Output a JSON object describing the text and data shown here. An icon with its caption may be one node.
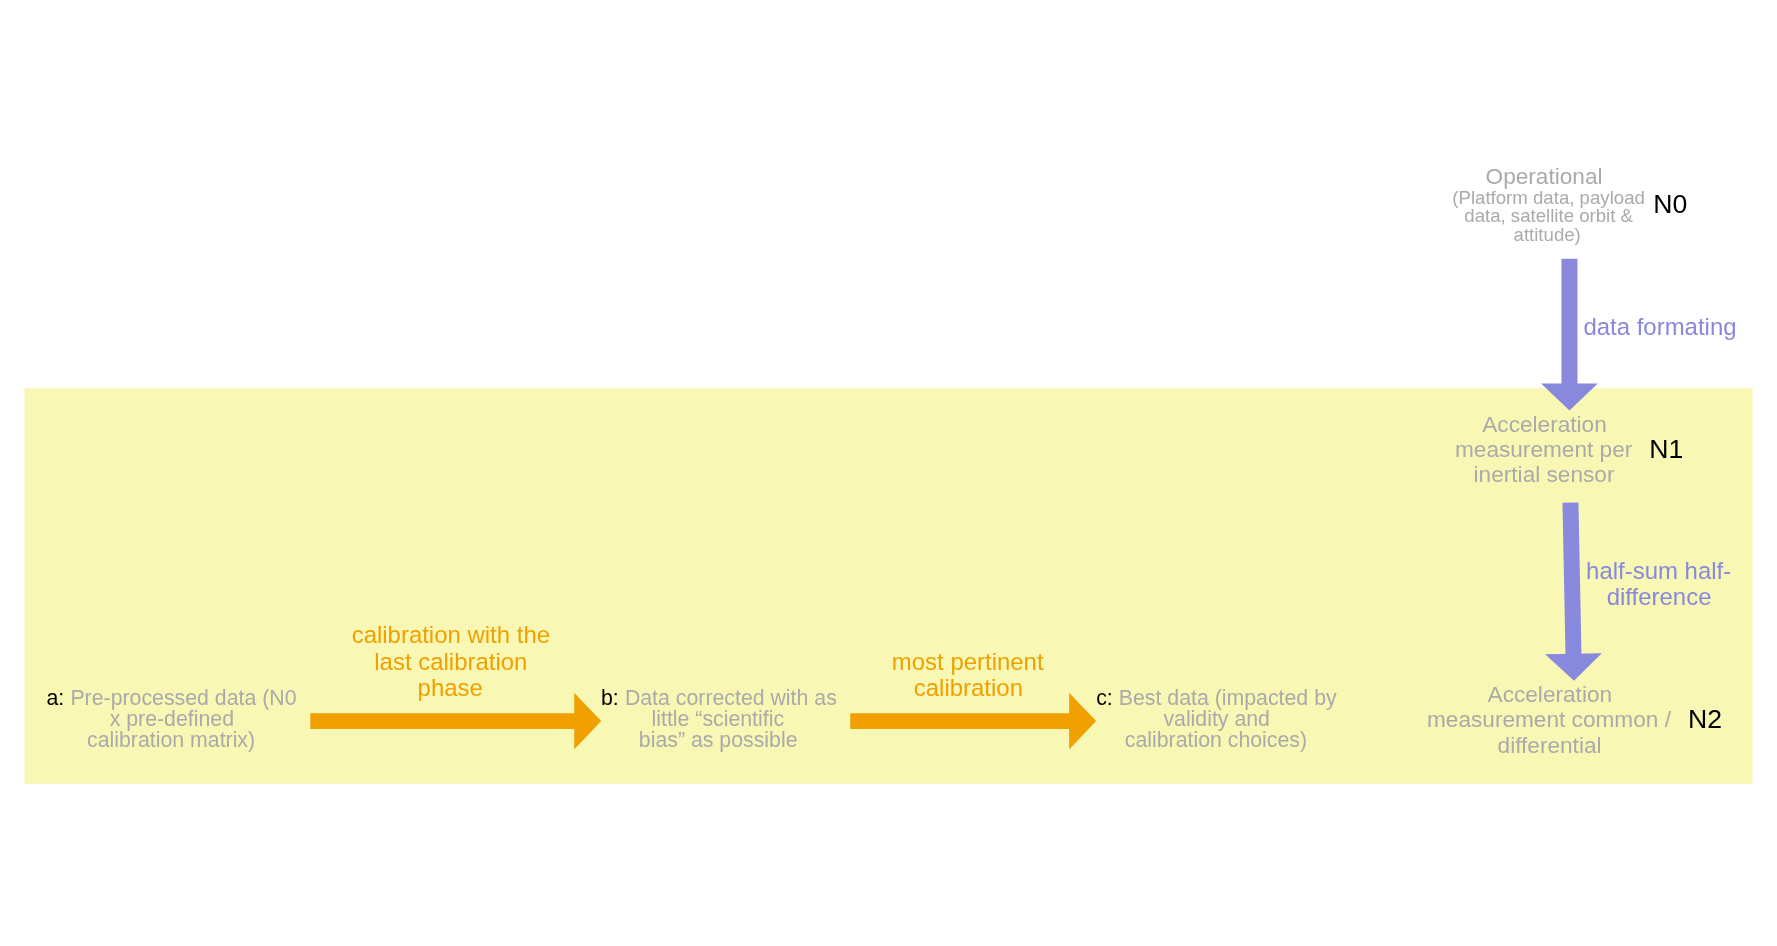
{
  "diagram": {
    "nodes": [
      {
        "text": [
          "N0"
        ],
        "beside": [
          "Operational",
          "(Platform data, payload data, satellite orbit & attitude)"
        ]
      },
      {
        "text": [],
        "shape": "box"
      },
      {
        "text": [
          "N1"
        ],
        "in": 1,
        "beside": [
          "Acceleration measurement per inertial sensor"
        ]
      },
      {
        "text": [
          "N2"
        ],
        "in": 1,
        "beside": [
          "Acceleration measurement common / differential"
        ]
      },
      {
        "text": [
          "a:",
          "Pre-processed data (N0 x pre-defined calibration matrix)"
        ],
        "in": 1
      },
      {
        "text": [
          "b:",
          "Data corrected with as little “scientific bias” as possible"
        ],
        "in": 1
      },
      {
        "text": [
          "c:",
          "Best data (impacted by validity and calibration choices)"
        ],
        "in": 1
      }
    ],
    "edges": [
      {
        "from": 0,
        "to": 2,
        "arrow": "to",
        "label": "data formating"
      },
      {
        "from": 2,
        "to": 3,
        "arrow": "to",
        "label": "half-sum half-difference"
      },
      {
        "from": 4,
        "to": 5,
        "arrow": "to",
        "label": "calibration with the last calibration phase",
        "color": "#f0a000"
      },
      {
        "from": 5,
        "to": 6,
        "arrow": "to",
        "label": "most pertinent calibration",
        "color": "#f0a000"
      }
    ]
  }
}
